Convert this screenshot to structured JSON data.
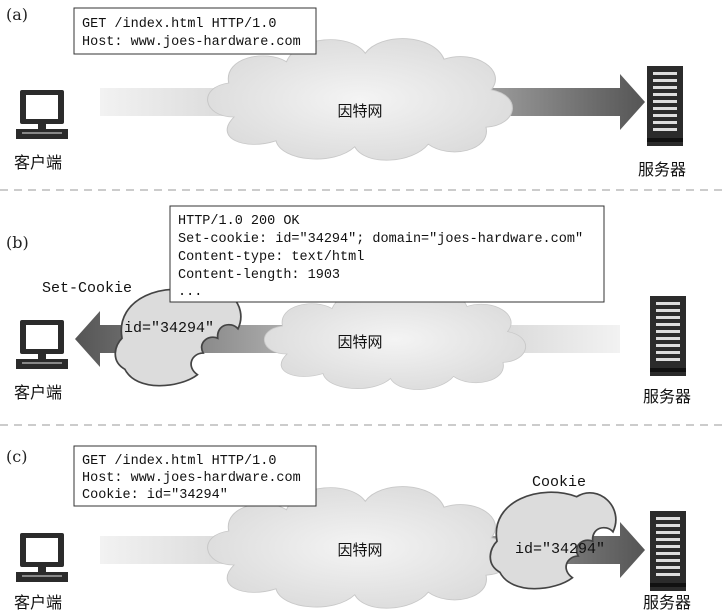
{
  "panels": {
    "a": {
      "label": "(a)",
      "message_lines": [
        "GET /index.html HTTP/1.0",
        "Host: www.joes-hardware.com"
      ],
      "network": "因特网",
      "client": "客户端",
      "server": "服务器"
    },
    "b": {
      "label": "(b)",
      "message_lines": [
        "HTTP/1.0 200 OK",
        "Set-cookie: id=\"34294\"; domain=\"joes-hardware.com\"",
        "Content-type: text/html",
        "Content-length: 1903",
        "..."
      ],
      "header_label": "Set-Cookie",
      "cookie_value": "id=\"34294\"",
      "network": "因特网",
      "client": "客户端",
      "server": "服务器"
    },
    "c": {
      "label": "(c)",
      "message_lines": [
        "GET /index.html HTTP/1.0",
        "Host: www.joes-hardware.com",
        "Cookie: id=\"34294\""
      ],
      "header_label": "Cookie",
      "cookie_value": "id=\"34294\"",
      "network": "因特网",
      "client": "客户端",
      "server": "服务器"
    }
  },
  "colors": {
    "arrow_dark": "#555555",
    "arrow_light": "#eeeeee",
    "cloud_fill": "#e6e6e6",
    "icon_dark": "#2b2b2b"
  }
}
